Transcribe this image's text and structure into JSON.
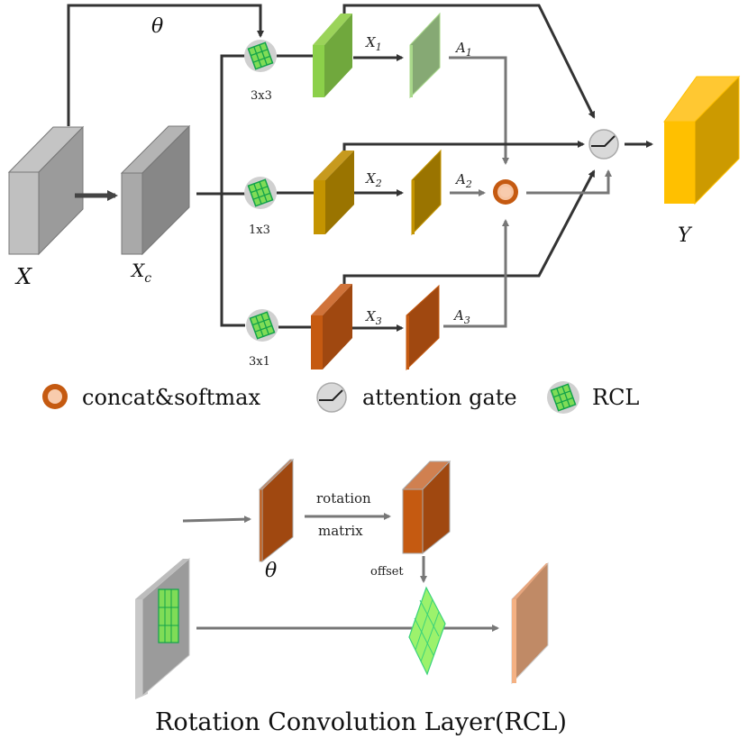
{
  "top_diagram": {
    "theta_label": "θ",
    "input_label": "X",
    "input_compressed_label": "X",
    "input_compressed_sub": "c",
    "output_label": "Y",
    "branches": [
      {
        "kernel": "3x3",
        "feature_label": "X",
        "feature_sub": "1",
        "attention_label": "A",
        "attention_sub": "1",
        "color": "#76b041"
      },
      {
        "kernel": "1x3",
        "feature_label": "X",
        "feature_sub": "2",
        "attention_label": "A",
        "attention_sub": "2",
        "color": "#a17a00"
      },
      {
        "kernel": "3x1",
        "feature_label": "X",
        "feature_sub": "3",
        "attention_label": "A",
        "attention_sub": "3",
        "color": "#a34a12"
      }
    ]
  },
  "legend": [
    {
      "icon": "concat-softmax-icon",
      "label": "concat&softmax"
    },
    {
      "icon": "attention-gate-icon",
      "label": "attention gate"
    },
    {
      "icon": "rcl-icon",
      "label": "RCL"
    }
  ],
  "bottom_diagram": {
    "theta_label": "θ",
    "arrow_label_top": "rotation",
    "arrow_label_bottom": "matrix",
    "offset_label": "offset",
    "title": "Rotation Convolution Layer(RCL)"
  },
  "colors": {
    "line_dark": "#333333",
    "line_gray": "#777777",
    "green_block": "#76b041",
    "gold_block": "#a17a00",
    "orange_block": "#a34a12",
    "output_yellow": "#ffc000",
    "concat_orange": "#c55a11",
    "gate_gray": "#d9d9d9"
  }
}
